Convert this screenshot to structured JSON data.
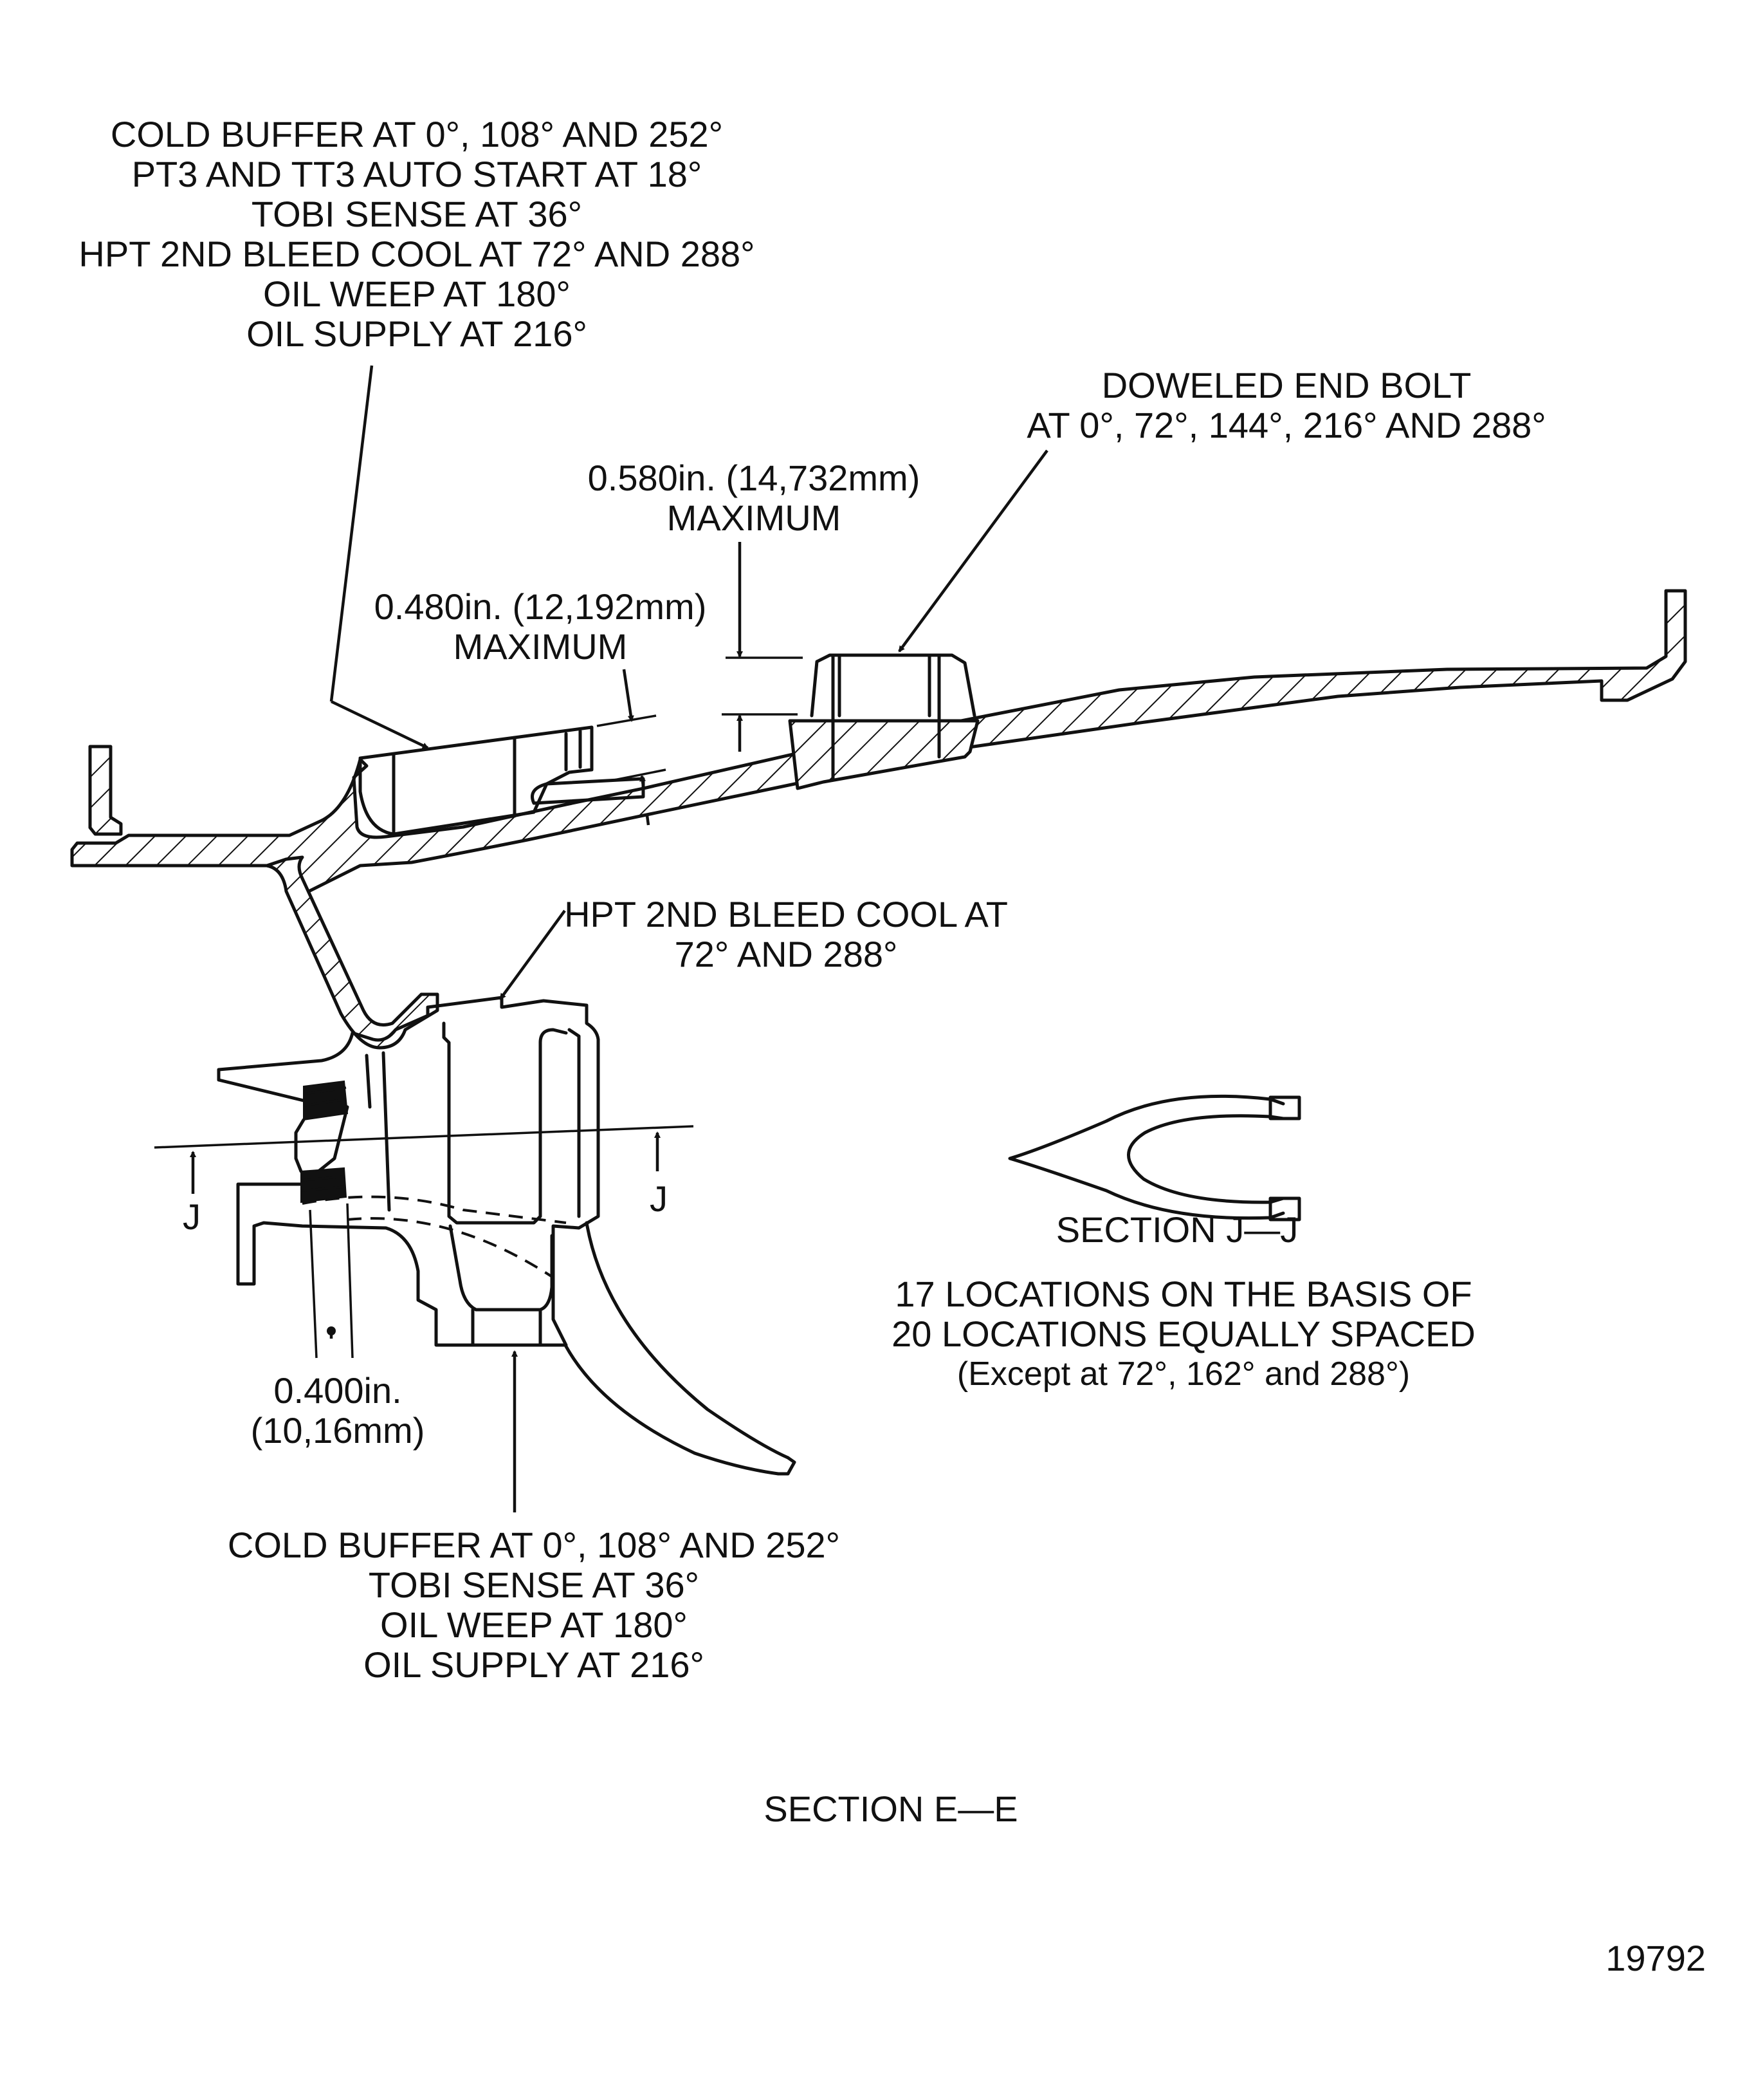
{
  "labels": {
    "top_left_callout": [
      "COLD BUFFER AT 0°, 108° AND 252°",
      "PT3 AND TT3 AUTO START AT 18°",
      "TOBI SENSE AT 36°",
      "HPT 2ND BLEED COOL AT 72° AND 288°",
      "OIL WEEP AT 180°",
      "OIL SUPPLY AT 216°"
    ],
    "doweled_bolt": [
      "DOWELED END BOLT",
      "AT 0°, 72°, 144°, 216° AND 288°"
    ],
    "dim_580": [
      "0.580in. (14,732mm)",
      "MAXIMUM"
    ],
    "dim_480": [
      "0.480in. (12,192mm)",
      "MAXIMUM"
    ],
    "hpt_bleed": [
      "HPT 2ND BLEED COOL AT",
      "72° AND 288°"
    ],
    "section_j_title": "SECTION J—J",
    "locations_note": [
      "17 LOCATIONS ON THE BASIS OF",
      "20 LOCATIONS EQUALLY SPACED",
      "(Except at 72°, 162° and 288°)"
    ],
    "dim_400": [
      "0.400in.",
      "(10,16mm)"
    ],
    "section_marker_left": "J",
    "section_marker_right": "J",
    "bottom_callout": [
      "COLD BUFFER AT 0°, 108° AND 252°",
      "TOBI SENSE AT 36°",
      "OIL WEEP AT 180°",
      "OIL SUPPLY AT 216°"
    ],
    "section_e_title": "SECTION E—E",
    "figure_number": "19792"
  }
}
